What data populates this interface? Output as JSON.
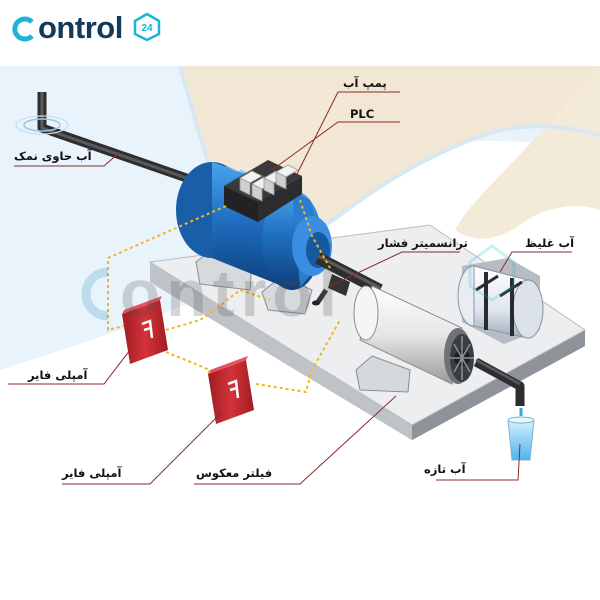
{
  "logo": {
    "text": "ontrol",
    "badge": "24"
  },
  "watermark": {
    "text": "ontrol"
  },
  "labels": {
    "pump": "پمپ آب",
    "plc": "PLC",
    "salt_water": "آب حاوی نمک",
    "pressure_transmitter": "ترانسمیتر فشار",
    "concentrated_water": "آب غلیظ",
    "fiber_amp_1": "آمپلی فایر",
    "fiber_amp_2": "آمپلی فایر",
    "reverse_filter": "فیلتر معکوس",
    "fresh_water": "آب تازه"
  },
  "colors": {
    "brand_blue": "#123a5c",
    "brand_cyan": "#1fb3d8",
    "pump_blue": "#1f6fc0",
    "amplifier_red": "#c8262d",
    "leader_line": "#8b2a2a",
    "fiber_dots": "#f2b523",
    "sea": "#e9f3fb",
    "sand": "#f1e7d4"
  }
}
